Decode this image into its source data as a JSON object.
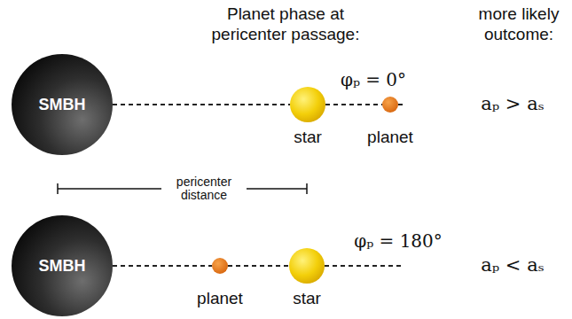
{
  "diagram": {
    "nodes": [
      {
        "text": [
          "SMBH"
        ]
      },
      {
        "text": [
          "star"
        ]
      },
      {
        "text": [
          "planet"
        ]
      },
      {
        "text": [
          "SMBH"
        ]
      },
      {
        "text": [
          "planet"
        ]
      },
      {
        "text": [
          "star"
        ]
      }
    ],
    "edges": [
      {
        "from": 0,
        "to": 1,
        "arrow": "none"
      },
      {
        "from": 1,
        "to": 2,
        "arrow": "none"
      },
      {
        "from": 3,
        "to": 4,
        "arrow": "none"
      },
      {
        "from": 4,
        "to": 5,
        "arrow": "none"
      }
    ],
    "labels": [
      "Planet phase at pericenter passage:",
      "more likely outcome:",
      "φₚ = 0°",
      "aₚ > aₛ",
      "pericenter distance",
      "φₚ = 180°",
      "aₚ < aₛ"
    ]
  }
}
